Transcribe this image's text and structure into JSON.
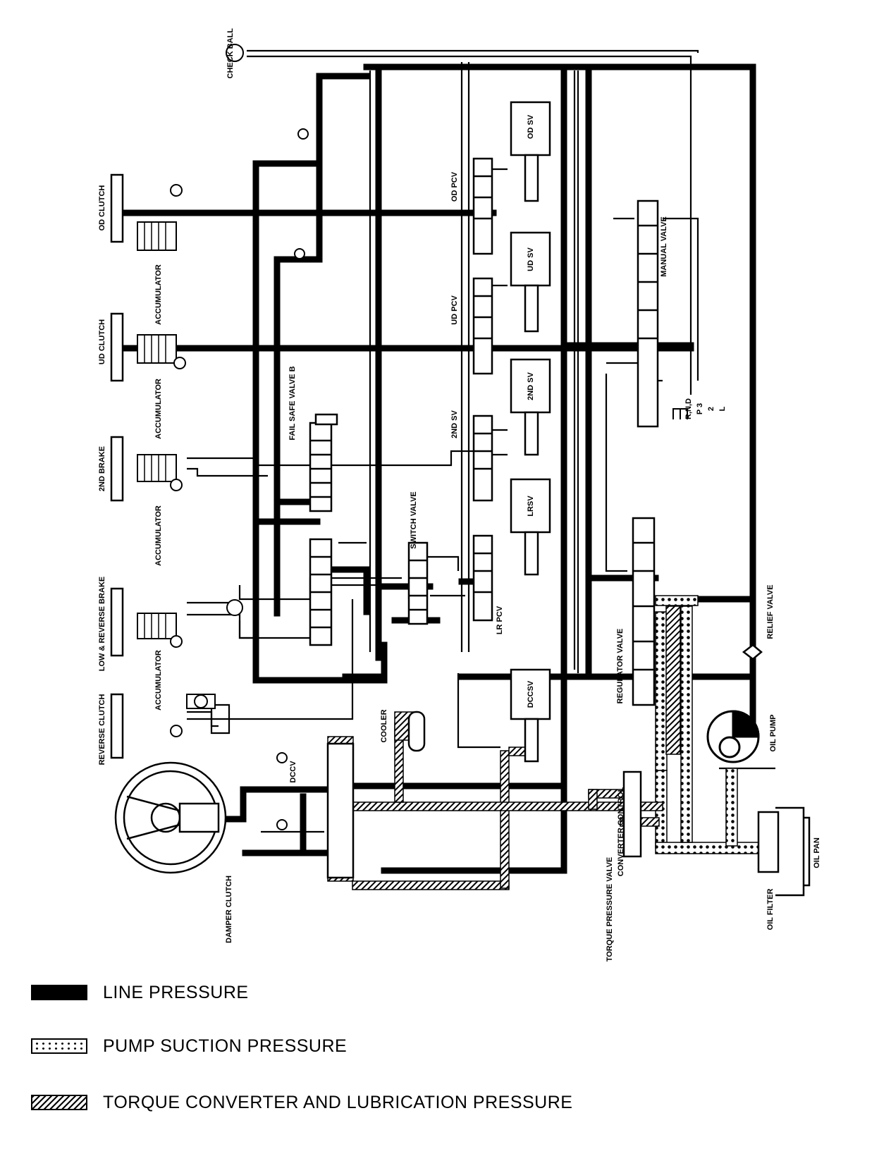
{
  "labels": {
    "check_ball": "CHECK BALL",
    "od_clutch": "OD CLUTCH",
    "ud_clutch": "UD CLUTCH",
    "second_brake": "2ND BRAKE",
    "low_reverse_brake": "LOW & REVERSE BRAKE",
    "reverse_clutch": "REVERSE CLUTCH",
    "accumulator": "ACCUMULATOR",
    "fail_safe_valve_b": "FAIL SAFE VALVE B",
    "switch_valve": "SWITCH VALVE",
    "od_pcv": "OD PCV",
    "ud_pcv": "UD PCV",
    "second_sv": "2ND SV",
    "lr_pcv": "LR PCV",
    "od_sv": "OD SV",
    "ud_sv": "UD SV",
    "second_sv_box": "2ND SV",
    "lrsv": "LRSV",
    "dccsv": "DCCSV",
    "manual_valve": "MANUAL VALVE",
    "shift_positions": [
      "R,N,D",
      "P  3",
      "2",
      "L"
    ],
    "regulator_valve": "REGULATOR VALVE",
    "relief_valve": "RELIEF VALVE",
    "oil_pump": "OIL PUMP",
    "cooler": "COOLER",
    "dccv": "DCCV",
    "damper_clutch": "DAMPER CLUTCH",
    "torque_pressure_valve": "TORQUE PRESSURE VALVE",
    "converter_control": "CONVERTER CONTROL",
    "oil_filter": "OIL FILTER",
    "oil_pan": "OIL PAN"
  },
  "legend": [
    {
      "key": "line",
      "label": "LINE PRESSURE",
      "color": "#000000"
    },
    {
      "key": "suction",
      "label": "PUMP SUCTION PRESSURE",
      "color": "#000000"
    },
    {
      "key": "torque",
      "label": "TORQUE CONVERTER AND LUBRICATION PRESSURE",
      "color": "#000000"
    }
  ]
}
